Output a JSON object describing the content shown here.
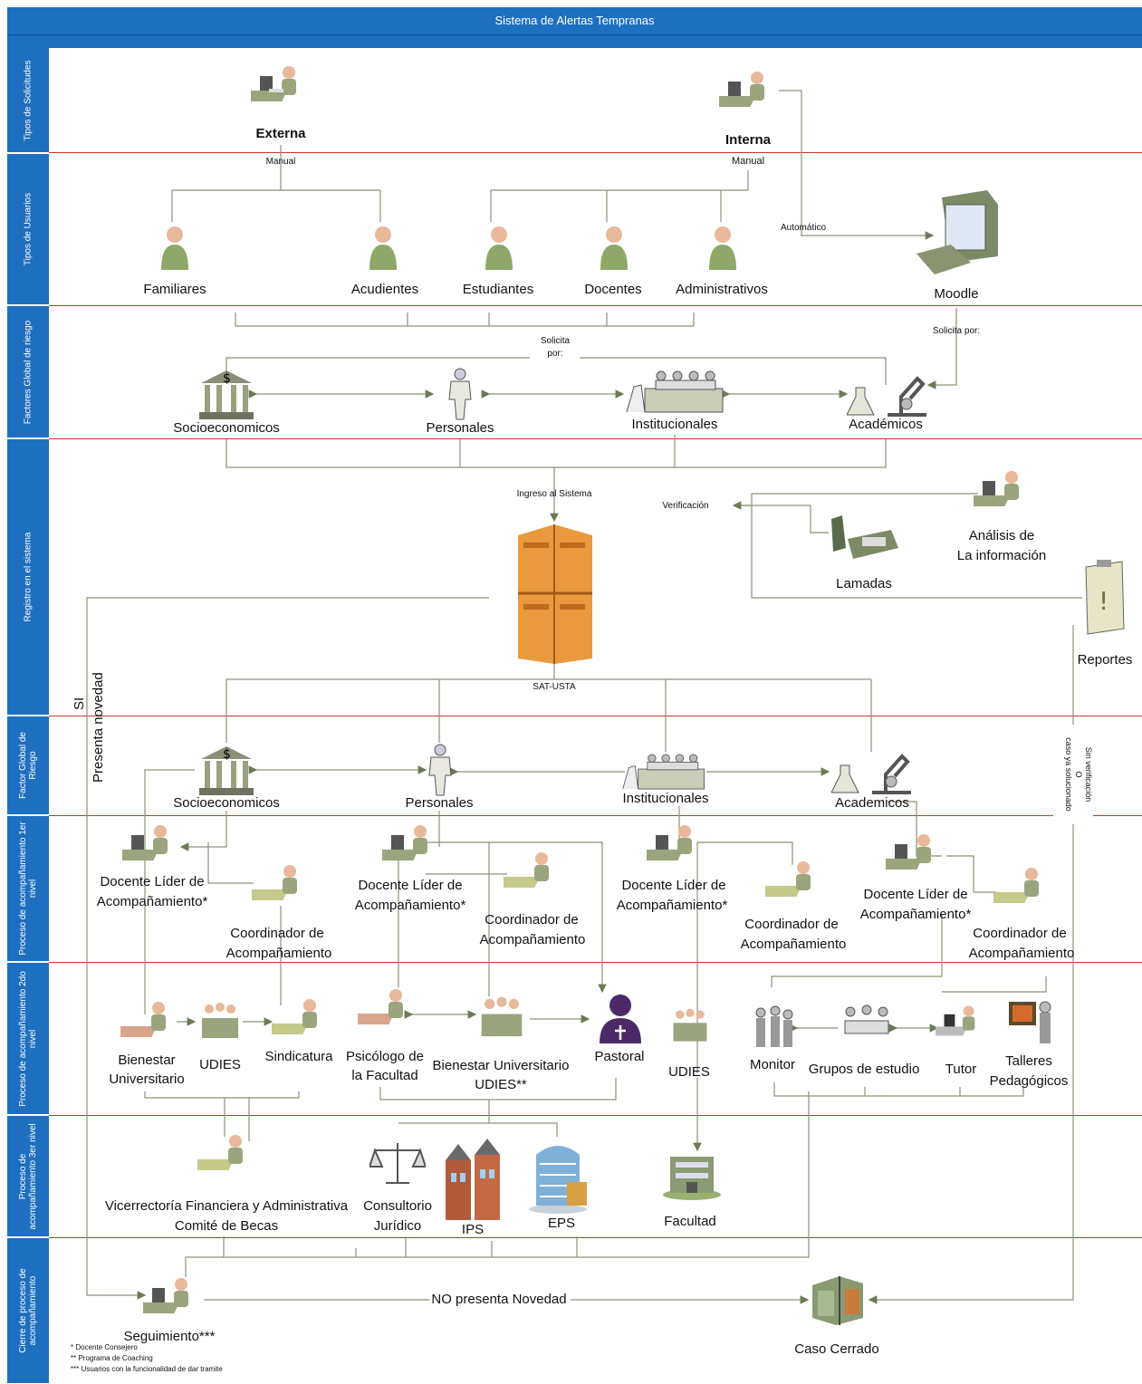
{
  "title": "Sistema de Alertas Tempranas",
  "lanes": [
    "Tipos de Solicitudes",
    "Tipos de Usuarios",
    "Factores Global de riesgo",
    "Registro en el sistema",
    "Factor Global de Riesgo",
    "Proceso de acompañamiento 1er nivel",
    "Proceso de acompañamiento 2do nivel",
    "Proceso de acompañamiento 3er nivel",
    "Cierre de proceso de acompañamiento"
  ],
  "solicitudes": {
    "externa": "Externa",
    "interna": "Interna",
    "manual": "Manual",
    "automatico": "Automático"
  },
  "usuarios": {
    "familiares": "Familiares",
    "acudientes": "Acudientes",
    "estudiantes": "Estudiantes",
    "docentes": "Docentes",
    "administrativos": "Administrativos",
    "moodle": "Moodle",
    "solicita_por": "Solicita por:",
    "solicita": "Solicita",
    "por": "por:"
  },
  "factores": {
    "socioeconomicos": "Socioeconomicos",
    "personales": "Personales",
    "institucionales": "Institucionales",
    "academicos": "Académicos"
  },
  "registro": {
    "ingreso": "Ingreso al Sistema",
    "verificacion": "Verificación",
    "analisis_1": "Análisis de",
    "analisis_2": "La información",
    "llamadas": "Lamadas",
    "reportes": "Reportes",
    "sat": "SAT-USTA"
  },
  "side": {
    "si": "SI",
    "presenta": "Presenta novedad",
    "sin_1": "Sin verificación",
    "sin_2": "O",
    "sin_3": "caso ya solucionado"
  },
  "factores2": {
    "socioeconomicos": "Socioeconomicos",
    "personales": "Personales",
    "institucionales": "Institucionales",
    "academicos": "Academicos"
  },
  "nivel1": {
    "docente_a1": "Docente Líder de",
    "docente_a2": "Acompañamiento*",
    "docente_b1": "Docente Líder  de",
    "docente_b2": "Acompañamiento*",
    "coord1": "Coordinador de",
    "coord2": "Acompañamiento"
  },
  "nivel2": {
    "bienestar_1": "Bienestar",
    "bienestar_2": "Universitario",
    "udies": "UDIES",
    "sindicatura": "Sindicatura",
    "psicologo_1": "Psicólogo de",
    "psicologo_2": "la Facultad",
    "bienestar_u": "Bienestar Universitario",
    "udies2": "UDIES**",
    "pastoral": "Pastoral",
    "monitor": "Monitor",
    "grupos": "Grupos de estudio",
    "tutor": "Tutor",
    "talleres_1": "Talleres",
    "talleres_2": "Pedagógicos"
  },
  "nivel3": {
    "vicerrectoria": "Vicerrectoría Financiera y Administrativa",
    "comite": "Comité de Becas",
    "consultorio_1": "Consultorio",
    "consultorio_2": "Jurídico",
    "ips": "IPS",
    "eps": "EPS",
    "facultad": "Facultad"
  },
  "cierre": {
    "seguimiento": "Seguimiento***",
    "no_novedad": "NO presenta Novedad",
    "cerrado": "Caso Cerrado"
  },
  "footnotes": [
    "* Docente Consejero",
    "** Programa de Coaching",
    "*** Usuarios con la funcionalidad de dar tramite"
  ]
}
